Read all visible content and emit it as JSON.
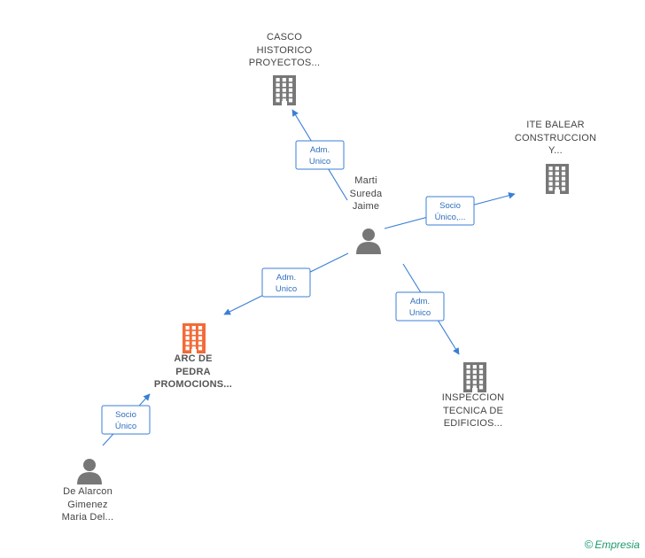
{
  "nodes": [
    {
      "id": "casco",
      "type": "company",
      "lines": [
        "CASCO",
        "HISTORICO",
        "PROYECTOS..."
      ],
      "color": "#777777"
    },
    {
      "id": "ite",
      "type": "company",
      "lines": [
        "ITE BALEAR",
        "CONSTRUCCION",
        "Y..."
      ],
      "color": "#777777"
    },
    {
      "id": "marti",
      "type": "person",
      "lines": [
        "Marti",
        "Sureda",
        "Jaime"
      ],
      "color": "#777777"
    },
    {
      "id": "arc",
      "type": "company",
      "lines": [
        "ARC DE",
        "PEDRA",
        "PROMOCIONS..."
      ],
      "color": "#f26a38",
      "focus": true
    },
    {
      "id": "inspeccion",
      "type": "company",
      "lines": [
        "INSPECCION",
        "TECNICA DE",
        "EDIFICIOS..."
      ],
      "color": "#777777"
    },
    {
      "id": "dealarcon",
      "type": "person",
      "lines": [
        "De Alarcon",
        "Gimenez",
        "Maria Del..."
      ],
      "color": "#777777"
    }
  ],
  "edges": [
    {
      "from": "marti",
      "to": "casco",
      "label": [
        "Adm.",
        "Unico"
      ]
    },
    {
      "from": "marti",
      "to": "ite",
      "label": [
        "Socio",
        "Único,..."
      ]
    },
    {
      "from": "marti",
      "to": "arc",
      "label": [
        "Adm.",
        "Unico"
      ]
    },
    {
      "from": "marti",
      "to": "inspeccion",
      "label": [
        "Adm.",
        "Unico"
      ]
    },
    {
      "from": "dealarcon",
      "to": "arc",
      "label": [
        "Socio",
        "Único"
      ]
    }
  ],
  "brand": {
    "symbol": "©",
    "name": "Empresia"
  }
}
